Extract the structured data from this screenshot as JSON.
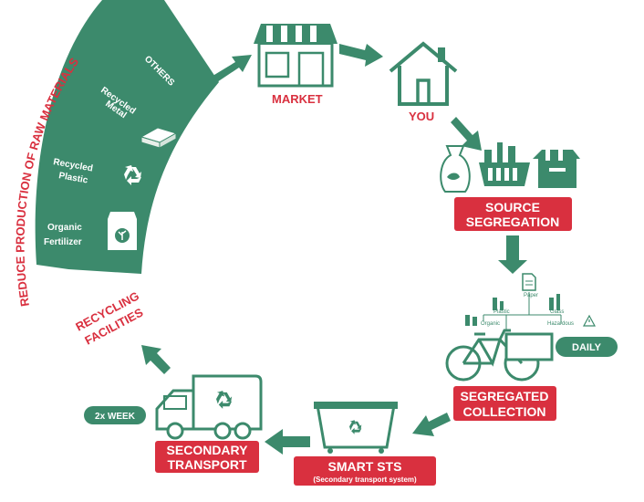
{
  "colors": {
    "green": "#3c8a6c",
    "red": "#d9303f",
    "dark_green": "#2e6e55"
  },
  "arc": {
    "side_label": "REDUCE PRODUCTION OF RAW MATERIALS",
    "items": [
      "OTHERS",
      "Recycled",
      "Metal",
      "Recycled",
      "Plastic",
      "Organic",
      "Fertilizer"
    ]
  },
  "steps": {
    "market": "MARKET",
    "you": "YOU",
    "source_segregation": [
      "SOURCE",
      "SEGREGATION"
    ],
    "segregated_collection": [
      "SEGREGATED",
      "COLLECTION"
    ],
    "smart_sts": "SMART STS",
    "smart_sts_sub": "(Secondary transport system)",
    "secondary_transport": [
      "SECONDARY",
      "TRANSPORT"
    ],
    "recycling_facilities": [
      "RECYCLING",
      "FACILITIES"
    ]
  },
  "badges": {
    "daily": "DAILY",
    "twice_week": "2x WEEK"
  },
  "bin_tags": [
    "Plastic",
    "Paper",
    "Organic",
    "Glass",
    "Hazardous"
  ],
  "icons": [
    "shop-icon",
    "house-icon",
    "compost-bag-icon",
    "basket-icon",
    "box-icon",
    "cargo-bike-icon",
    "dumpster-icon",
    "truck-icon",
    "recycle-icon",
    "metal-bar-icon",
    "fertilizer-bag-icon"
  ]
}
